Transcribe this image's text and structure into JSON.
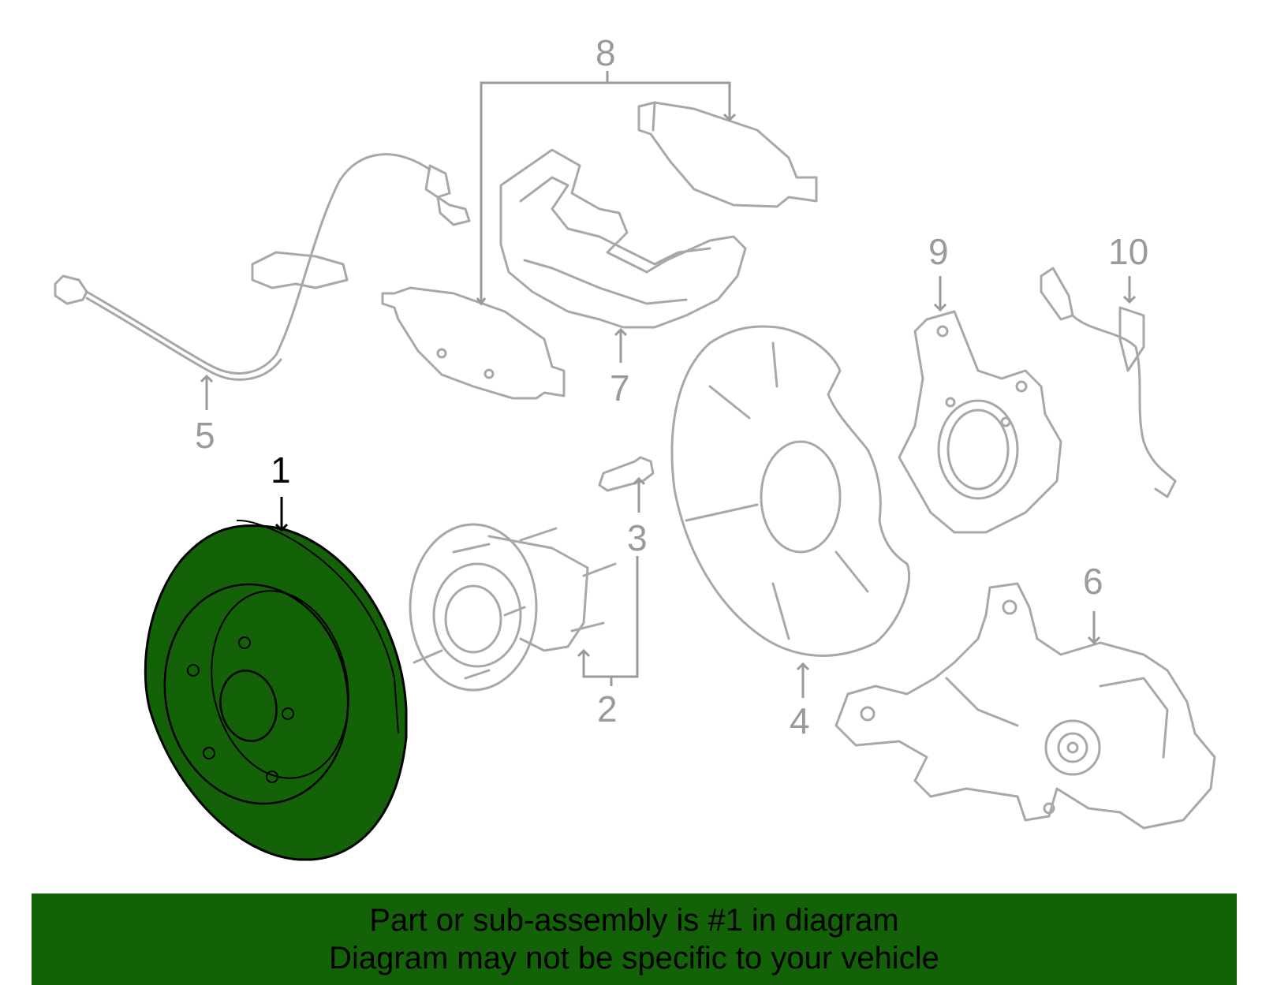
{
  "callouts": {
    "c1": "1",
    "c2": "2",
    "c3": "3",
    "c4": "4",
    "c5": "5",
    "c6": "6",
    "c7": "7",
    "c8": "8",
    "c9": "9",
    "c10": "10"
  },
  "highlight_part": "1",
  "colors": {
    "highlight": "#136207",
    "banner": "#136207",
    "part_outline": "#a8a8a8",
    "callout_gray": "#9a9a9a"
  },
  "banner": {
    "line1": "Part or sub-assembly is #1 in diagram",
    "line2": "Diagram may not be specific to your vehicle"
  }
}
